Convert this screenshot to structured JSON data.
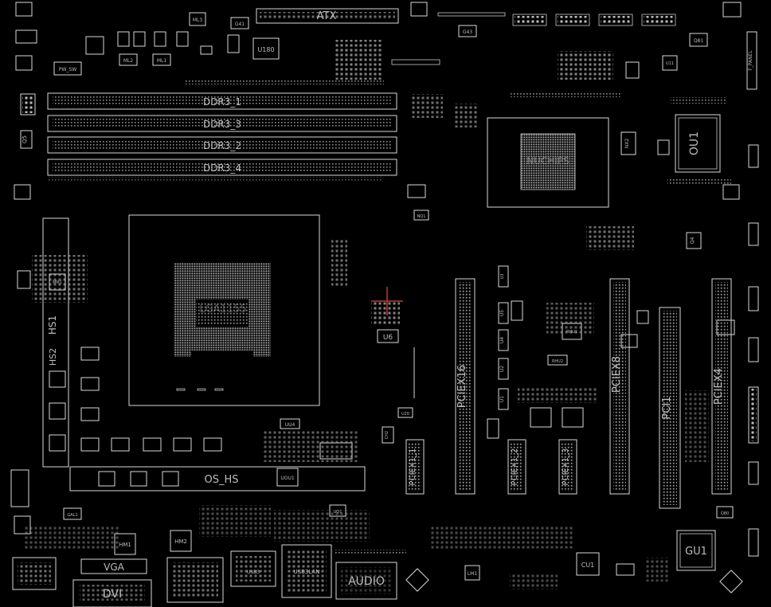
{
  "colors": {
    "background": "#000000",
    "outline": "#d8d8d8",
    "text": "#bdbdbd",
    "accent": "#c0392b"
  },
  "labels": {
    "atx": "ATX",
    "ddr3_1": "DDR3_1",
    "ddr3_3": "DDR3_3",
    "ddr3_2": "DDR3_2",
    "ddr3_4": "DDR3_4",
    "u180": "U180",
    "pw_sw": "PW_SW",
    "ml1": "ML1",
    "ml2": "ML2",
    "ml3": "ML3",
    "g41": "G41",
    "g43": "G43",
    "q81": "Q81",
    "q5": "Q5",
    "q4": "Q4",
    "q80": "Q80",
    "u11": "U11",
    "nx2": "NX2",
    "ou1": "OU1",
    "hs1": "HS1",
    "hs2": "HS2",
    "mm1": "MM1",
    "nq1": "NQ1",
    "u6": "U6",
    "u20": "U20",
    "uu4": "UU4",
    "os_hs": "OS_HS",
    "uou1": "UOU1",
    "uq1": "UQ1",
    "pciex1_1": "PCIEX1_1",
    "pciex16": "PCIEX16",
    "pciex1_2": "PCIEX1_2",
    "pciex1_3": "PCIEX1_3",
    "pciex8": "PCIEX8",
    "pci1": "PCI1",
    "pciex4": "PCIEX4",
    "rhu1": "RHU1",
    "rhu2": "RHU2",
    "vga": "VGA",
    "dvi": "DVI",
    "audio": "AUDIO",
    "usb3_lan": "USB3LAN",
    "usb3": "USB3",
    "hm1": "HM1",
    "hm2": "HM2",
    "gu1": "GU1",
    "cu1": "CU1",
    "lm1": "LM1",
    "gal1": "GAL1",
    "c_panel": "F_PANEL",
    "nuchips": "NUCHIPS",
    "cpu": "LGA1155",
    "u1": "U1",
    "u2": "U2",
    "u3": "U3",
    "u4": "U4",
    "u5": "U5",
    "ch2": "CH2"
  }
}
